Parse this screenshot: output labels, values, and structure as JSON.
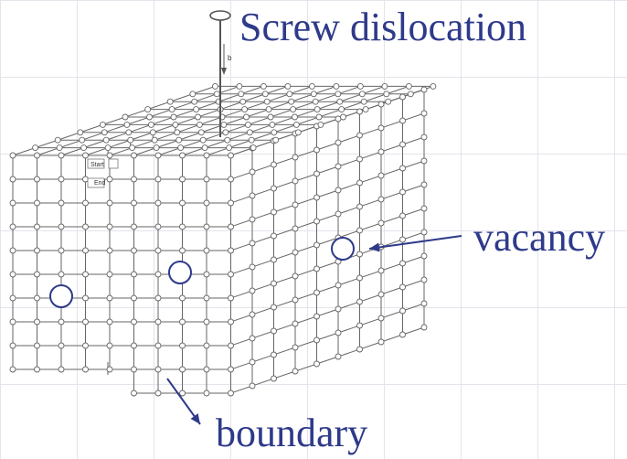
{
  "labels": {
    "title": "Screw dislocation",
    "vacancy": "vacancy",
    "boundary": "boundary",
    "start": "Start",
    "end": "End",
    "burgers": "b"
  },
  "colors": {
    "label_text": "#2e3a8a",
    "arrow": "#2e3a8a",
    "lattice": "#666666",
    "node_fill": "#ffffff",
    "vacancy_ring": "#2e3a8a",
    "grid": "#e4e4ec"
  },
  "icons": {
    "rotation": "circular-arrow-icon",
    "node": "lattice-node-icon"
  }
}
